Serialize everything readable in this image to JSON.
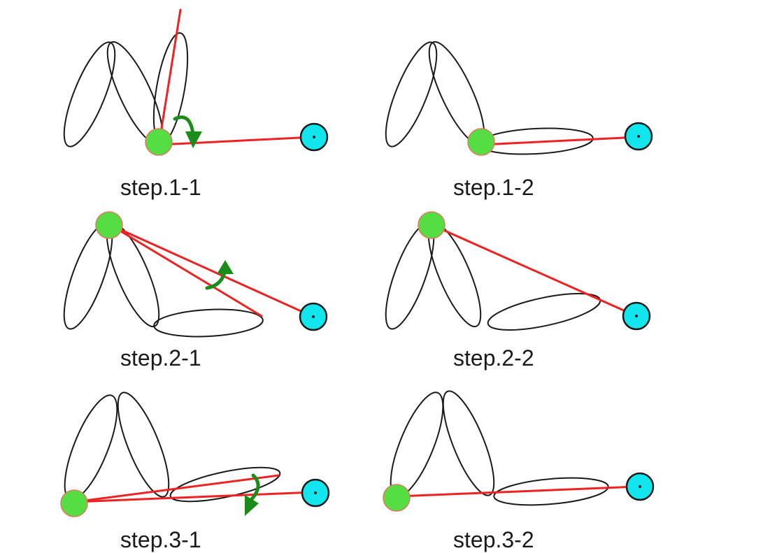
{
  "panels": [
    {
      "id": "1-1",
      "label": "step.1-1"
    },
    {
      "id": "1-2",
      "label": "step.1-2"
    },
    {
      "id": "2-1",
      "label": "step.2-1"
    },
    {
      "id": "2-2",
      "label": "step.2-2"
    },
    {
      "id": "3-1",
      "label": "step.3-1"
    },
    {
      "id": "3-2",
      "label": "step.3-2"
    }
  ],
  "colors": {
    "pivot_joint": "#55dd44",
    "target": "#11e6ef",
    "ray": "#ee2222",
    "rotation_arrow": "#1a8c1a",
    "bone_outline": "#1a1a1a"
  },
  "icons": {
    "pivot": "pivot-joint-circle",
    "target": "target-circle",
    "rotation": "curved-rotation-arrow"
  }
}
